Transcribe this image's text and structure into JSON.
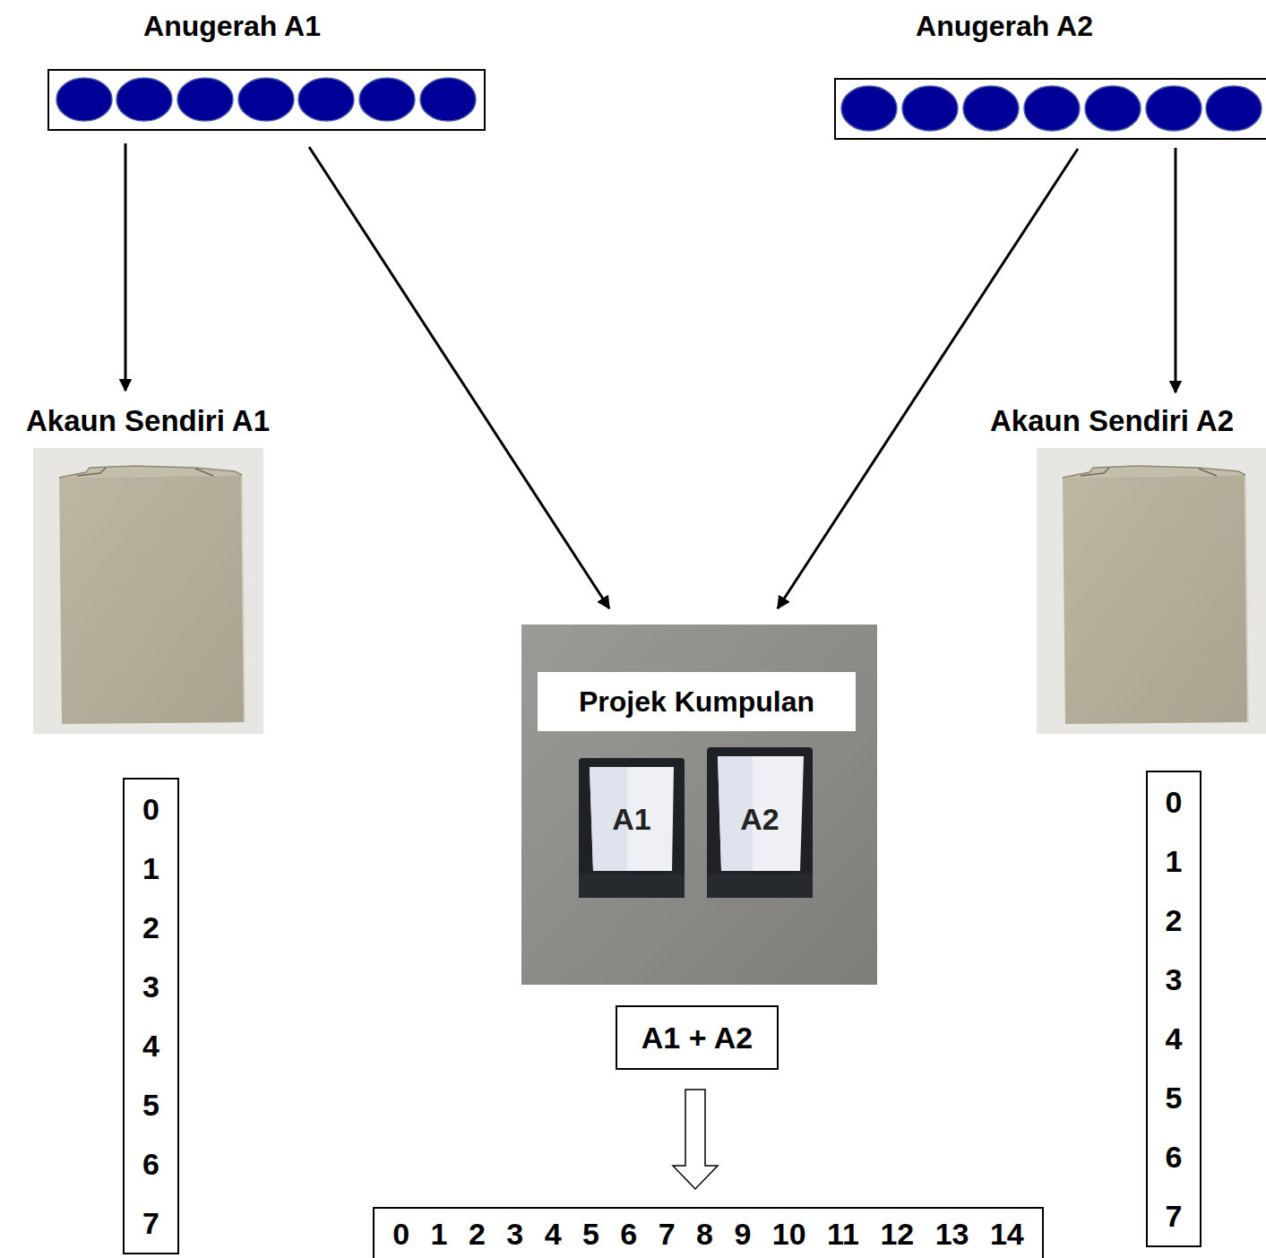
{
  "diagram": {
    "nodes": [
      {
        "text": [
          "Anugerah A1"
        ]
      },
      {
        "text": [
          "Anugerah A2"
        ]
      },
      {
        "text": [
          "Akaun Sendiri A1"
        ]
      },
      {
        "text": [
          "Akaun Sendiri A2"
        ]
      },
      {
        "text": [
          "Projek Kumpulan"
        ]
      },
      {
        "text": [
          "A1"
        ],
        "in": 4
      },
      {
        "text": [
          "A2"
        ],
        "in": 4
      },
      {
        "text": [
          "0 1 2 3 4 5 6 7"
        ]
      },
      {
        "text": [
          "A1 + A2"
        ]
      },
      {
        "text": [
          "0 1 2 3 4 5 6 7"
        ]
      },
      {
        "text": [
          "0 1 2 3 4 5 6 7 8 9 10 11 12 13 14"
        ]
      }
    ],
    "edges": [
      {
        "from": 0,
        "to": 2,
        "arrow": "to"
      },
      {
        "from": 0,
        "to": 4,
        "arrow": "to"
      },
      {
        "from": 1,
        "to": 4,
        "arrow": "to"
      },
      {
        "from": 1,
        "to": 3,
        "arrow": "to"
      },
      {
        "from": 8,
        "to": 10,
        "arrow": "to"
      }
    ]
  }
}
